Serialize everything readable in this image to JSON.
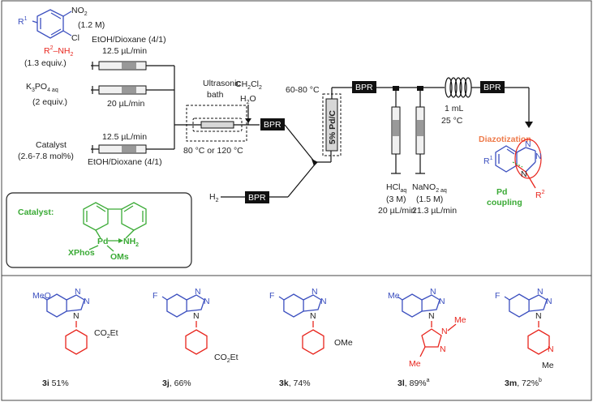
{
  "reagents": {
    "nitro": "NO",
    "nitro_sub": "2",
    "cl": "Cl",
    "r1": "R",
    "r1_sup": "1",
    "conc": "(1.2 M)",
    "amine": "R",
    "amine_sup": "2",
    "amine_tail": "–NH",
    "amine_sub": "2",
    "amine_equiv": "(1.3 equiv.)",
    "solvent_top": "EtOH/Dioxane (4/1)",
    "flow_top": "12.5 µL/min",
    "base": "K",
    "base_3": "3",
    "base_po4": "PO",
    "base_4": "4 aq",
    "base_equiv": "(2 equiv.)",
    "flow_base": "20 µL/min",
    "catalyst": "Catalyst",
    "catalyst_loading": "(2.6-7.8 mol%)",
    "flow_cat": "12.5 µL/min",
    "solvent_bottom": "EtOH/Dioxane (4/1)"
  },
  "process": {
    "ultrasonic": "Ultrasonic",
    "bath": "bath",
    "bath_temp": "80 °C or 120 °C",
    "ch2cl2": "CH",
    "ch2cl2_2": "2",
    "ch2cl2_cl": "Cl",
    "ch2cl2_2b": "2",
    "h2o": "H",
    "h2o_2": "2",
    "h2o_o": "O",
    "bpr": "BPR",
    "h2": "H",
    "h2_sub": "2",
    "pdc_temp": "60-80 °C",
    "pdc": "5% Pd/C",
    "hcl": "HCl",
    "hcl_sub": "aq",
    "hcl_conc": "(3 M)",
    "hcl_flow": "20 µL/min",
    "nano2": "NaNO",
    "nano2_2": "2",
    "nano2_aq": " aq",
    "nano2_conc": "(1.5 M)",
    "nano2_flow": "21.3 µL/min",
    "coil_vol": "1 mL",
    "coil_temp": "25 °C"
  },
  "product": {
    "diazotization": "Diazotization",
    "pd": "Pd",
    "coupling": "coupling",
    "r1": "R",
    "r1_sup": "1",
    "r2": "R",
    "r2_sup": "2",
    "n": "N"
  },
  "catalyst_box": {
    "title": "Catalyst:",
    "pd": "Pd",
    "nh2": "NH",
    "nh2_sub": "2",
    "xphos": "XPhos",
    "oms": "OMs"
  },
  "compounds": [
    {
      "id": "3i",
      "yield": " 51%",
      "sup": "",
      "sub_label": "MeO",
      "r_label": "CO",
      "r_label_sub": "2",
      "r_label_tail": "Et"
    },
    {
      "id": "3j",
      "yield": ", 66%",
      "sup": "",
      "sub_label": "F",
      "r_label": "CO",
      "r_label_sub": "2",
      "r_label_tail": "Et"
    },
    {
      "id": "3k",
      "yield": ", 74%",
      "sup": "",
      "sub_label": "F",
      "r_label": "OMe",
      "r_label_sub": "",
      "r_label_tail": ""
    },
    {
      "id": "3l",
      "yield": ", 89%",
      "sup": "a",
      "sub_label": "Me",
      "r_label": "Me",
      "r_label_sub": "",
      "r_label_tail": ""
    },
    {
      "id": "3m",
      "yield": ", 72%",
      "sup": "b",
      "sub_label": "F",
      "r_label": "Me",
      "r_label_sub": "",
      "r_label_tail": ""
    }
  ],
  "atoms": {
    "n": "N",
    "me": "Me"
  }
}
